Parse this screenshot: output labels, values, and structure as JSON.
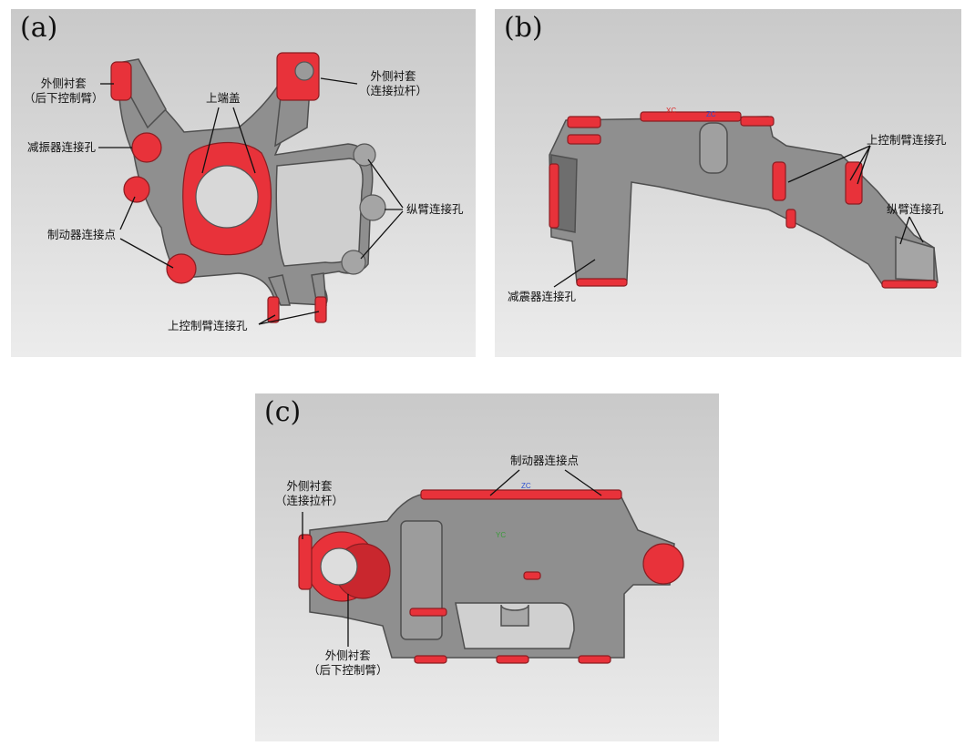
{
  "colors": {
    "part_metal": "#8f8f8f",
    "part_dark": "#5a5a5a",
    "highlight_red": "#e8323a"
  },
  "panels": [
    {
      "label": "(a)",
      "annotations": {
        "outer_bushing_rear": [
          "外侧衬套",
          "（后下控制臂）"
        ],
        "outer_bushing_tie": [
          "外侧衬套",
          "（连接拉杆）"
        ],
        "upper_cover": "上端盖",
        "damper_hole": "减振器连接孔",
        "trailing_arm_hole": "纵臂连接孔",
        "brake_point": "制动器连接点",
        "upper_arm_hole": "上控制臂连接孔"
      }
    },
    {
      "label": "(b)",
      "annotations": {
        "upper_arm_hole": "上控制臂连接孔",
        "trailing_arm_hole": "纵臂连接孔",
        "damper_hole": "减震器连接孔"
      },
      "axis_labels": {
        "zc": "ZC",
        "xc": "XC"
      }
    },
    {
      "label": "(c)",
      "annotations": {
        "brake_point": "制动器连接点",
        "outer_bushing_tie": [
          "外侧衬套",
          "（连接拉杆）"
        ],
        "outer_bushing_rear": [
          "外侧衬套",
          "（后下控制臂）"
        ]
      },
      "axis_labels": {
        "zc": "ZC",
        "yc": "YC"
      }
    }
  ]
}
